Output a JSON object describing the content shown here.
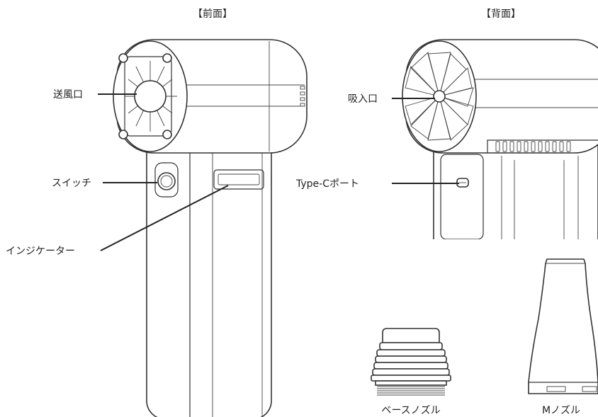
{
  "titles": {
    "front": "【前面】",
    "back": "【背面】"
  },
  "callouts": {
    "outlet": "送風口",
    "switch": "スイッチ",
    "indicator": "インジケーター",
    "intake": "吸入口",
    "port": "Type-Cポート"
  },
  "nozzles": {
    "base": "ベースノズル",
    "m": "Mノズル"
  }
}
